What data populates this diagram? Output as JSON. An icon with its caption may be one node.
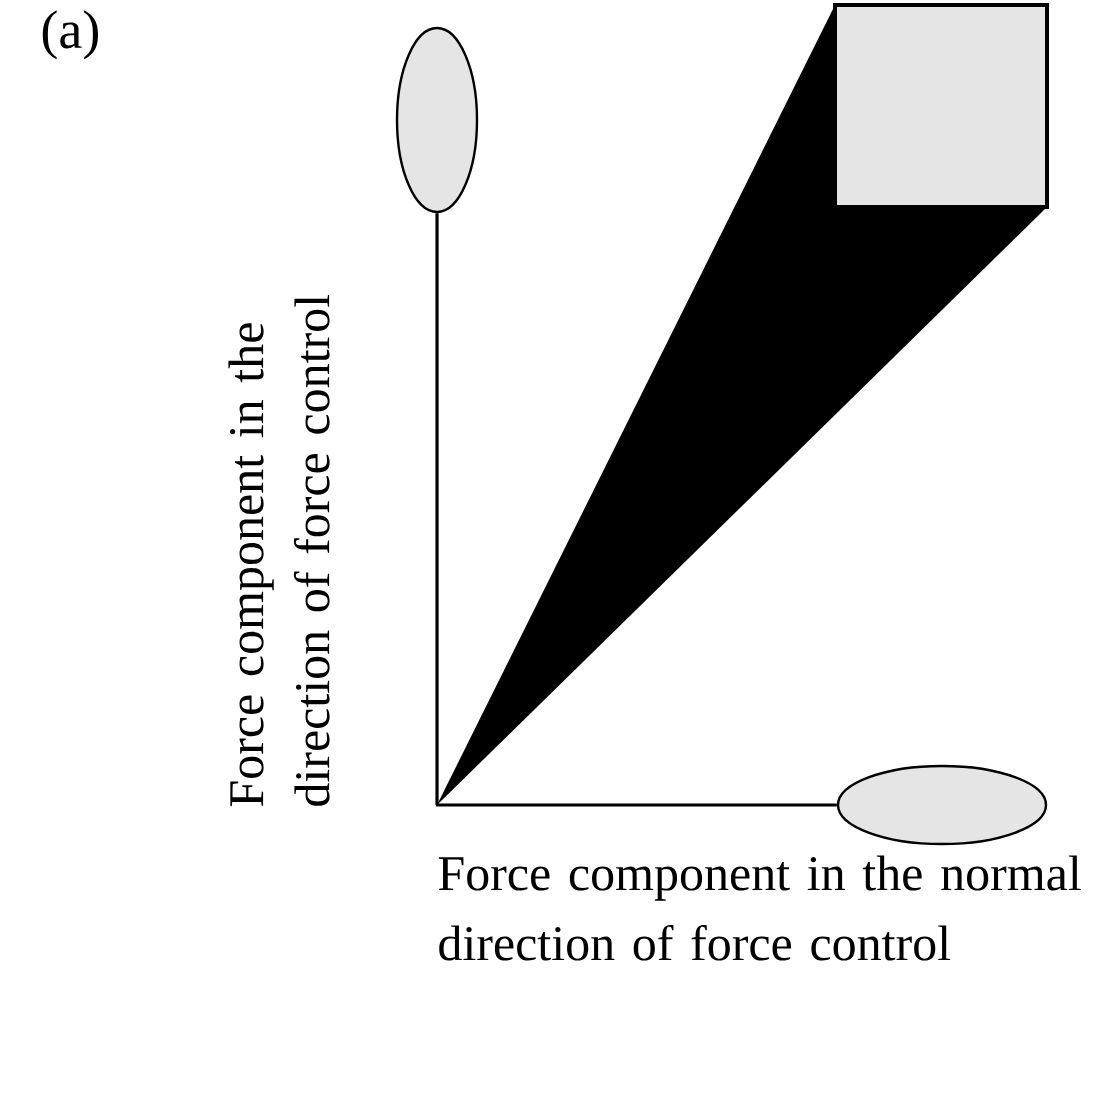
{
  "diagram": {
    "nodes": [
      {
        "text": [],
        "shape": "ellipse"
      },
      {
        "text": [],
        "shape": "box"
      },
      {
        "text": [],
        "shape": "ellipse"
      }
    ],
    "labels": [
      "(a)",
      "Force component in the direction of force control",
      "Force component in the normal direction of force control"
    ]
  }
}
